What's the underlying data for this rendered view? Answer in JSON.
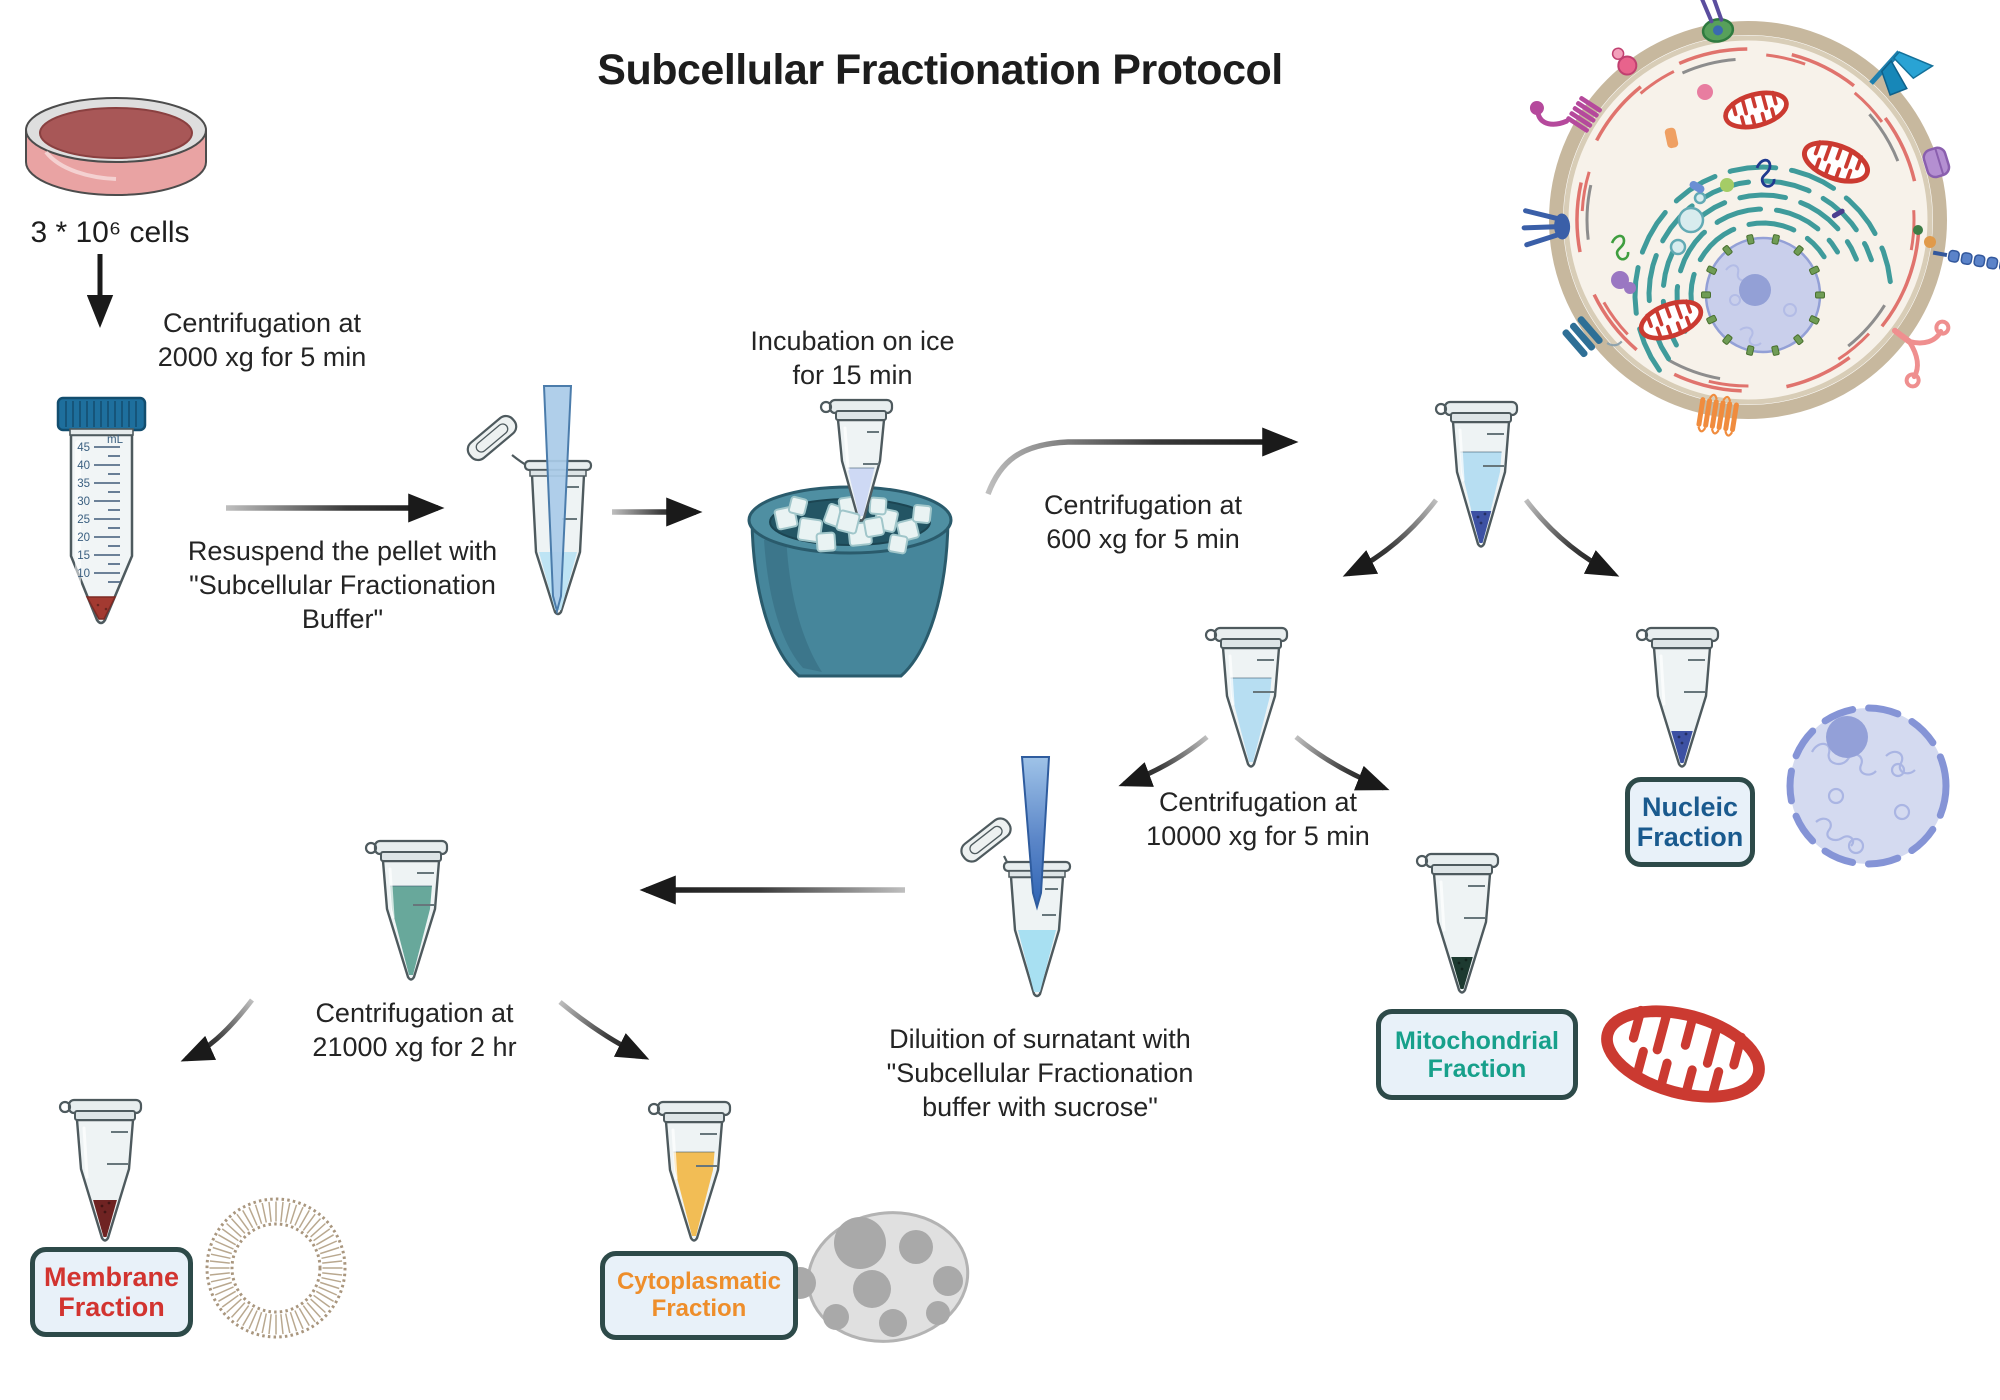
{
  "title": "Subcellular Fractionation Protocol",
  "start": {
    "cells_label": "3 * 10⁶ cells"
  },
  "steps": {
    "centrifuge_2000": "Centrifugation at\n2000 xg for 5 min",
    "resuspend": "Resuspend the pellet with\n\"Subcellular Fractionation\nBuffer\"",
    "incubation": "Incubation on ice\nfor 15 min",
    "centrifuge_600": "Centrifugation at\n600 xg for 5 min",
    "centrifuge_10000": "Centrifugation at\n10000 xg for 5 min",
    "dilution": "Diluition of surnatant with\n\"Subcellular Fractionation\nbuffer with sucrose\"",
    "centrifuge_21000": "Centrifugation at\n21000 xg for 2 hr"
  },
  "fractions": {
    "nucleic": {
      "label": "Nucleic\nFraction",
      "color": "#1a5a8e"
    },
    "mitochondrial": {
      "label": "Mitochondrial\nFraction",
      "color": "#17a08b"
    },
    "membrane": {
      "label": "Membrane\nFraction",
      "color": "#d23430"
    },
    "cytoplasmatic": {
      "label": "Cytoplasmatic\nFraction",
      "color": "#ee8e2b"
    }
  },
  "falcon_tube": {
    "unit_label": "mL",
    "graduations": [
      "45",
      "40",
      "35",
      "30",
      "25",
      "20",
      "15",
      "10"
    ]
  },
  "icons": {
    "petri_dish": "petri-dish-icon",
    "falcon_tube": "falcon-tube-icon",
    "eppendorf_tube": "eppendorf-tube-icon",
    "pipette": "pipette-icon",
    "ice_bucket": "ice-bucket-icon",
    "cell": "cell-illustration",
    "nucleus": "nucleus-illustration",
    "mitochondrion": "mitochondrion-illustration",
    "liposome": "membrane-liposome-illustration",
    "cytosol": "cytosol-illustration"
  },
  "colors": {
    "text": "#242424",
    "arrow": "#1a1a1a",
    "box_bg": "#e8f1f9",
    "box_border": "#2d4a49",
    "tube_liquid_blue": "#b7def2",
    "tube_pellet_blue": "#3d51a3",
    "tube_pellet_green": "#1d3a30",
    "tube_pellet_red": "#6f2322",
    "tube_liquid_teal": "#68a89b",
    "tube_liquid_amber": "#f2bd55",
    "falcon_cap_blue": "#1e6f9d",
    "bucket_teal": "#46869b",
    "mitochondrion_red": "#cb3a31",
    "nucleus_periwinkle": "#d4daf0"
  }
}
